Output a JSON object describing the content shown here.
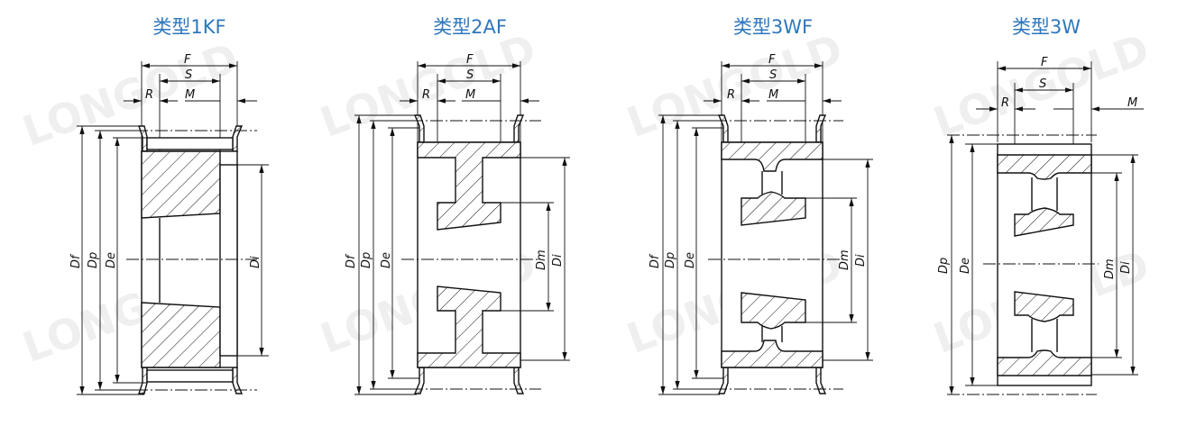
{
  "watermark": "LONGOLD",
  "colors": {
    "title": "#2f77bd",
    "line": "#111111"
  },
  "diagrams": [
    {
      "title": "类型1KF",
      "labels": {
        "F": "F",
        "S": "S",
        "R": "R",
        "M": "M",
        "Df": "Df",
        "Dp": "Dp",
        "De": "De",
        "Di": "Di"
      }
    },
    {
      "title": "类型2AF",
      "labels": {
        "F": "F",
        "S": "S",
        "R": "R",
        "M": "M",
        "Df": "Df",
        "Dp": "Dp",
        "De": "De",
        "Dm": "Dm",
        "Di": "Di"
      }
    },
    {
      "title": "类型3WF",
      "labels": {
        "F": "F",
        "S": "S",
        "R": "R",
        "M": "M",
        "Df": "Df",
        "Dp": "Dp",
        "De": "De",
        "Dm": "Dm",
        "Di": "Di"
      }
    },
    {
      "title": "类型3W",
      "labels": {
        "F": "F",
        "S": "S",
        "R": "R",
        "M": "M",
        "Dp": "Dp",
        "De": "De",
        "Dm": "Dm",
        "Di": "Di"
      }
    }
  ]
}
